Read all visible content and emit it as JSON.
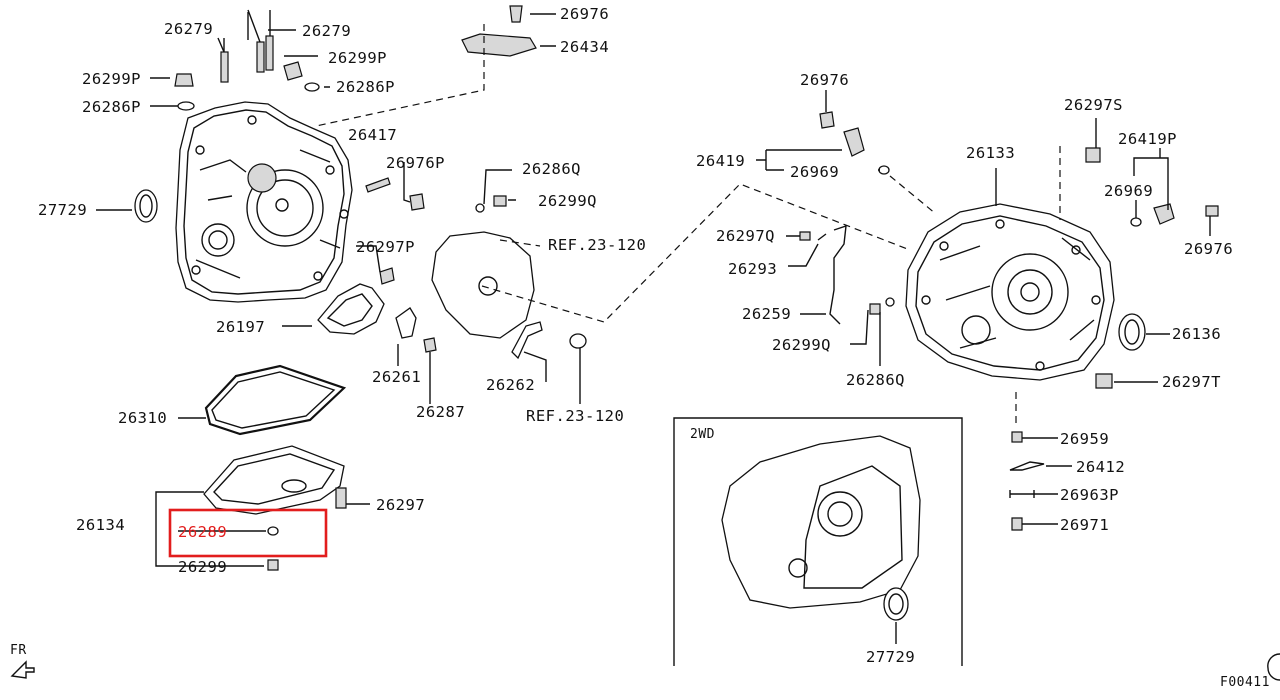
{
  "labels": {
    "p26279_a": "26279",
    "p26279_b": "26279",
    "p26299P_a": "26299P",
    "p26299P_b": "26299P",
    "p26286P_a": "26286P",
    "p26286P_b": "26286P",
    "p27729_a": "27729",
    "p27729_b": "27729",
    "p26417": "26417",
    "p26976P": "26976P",
    "p26286Q_a": "26286Q",
    "p26286Q_b": "26286Q",
    "p26299Q_a": "26299Q",
    "p26299Q_b": "26299Q",
    "ref_a": "REF.23-120",
    "ref_b": "REF.23-120",
    "p26297P": "26297P",
    "p26197": "26197",
    "p26261": "26261",
    "p26287": "26287",
    "p26262": "26262",
    "p26310": "26310",
    "p26134": "26134",
    "p26297": "26297",
    "p26289": "26289",
    "p26299": "26299",
    "p26976_a": "26976",
    "p26976_b": "26976",
    "p26976_c": "26976",
    "p26434": "26434",
    "p26419": "26419",
    "p26969_a": "26969",
    "p26969_b": "26969",
    "p26133": "26133",
    "p26297S": "26297S",
    "p26419P": "26419P",
    "p26297Q": "26297Q",
    "p26293": "26293",
    "p26259": "26259",
    "p26136": "26136",
    "p26297T": "26297T",
    "p26959": "26959",
    "p26412": "26412",
    "p26963P": "26963P",
    "p26971": "26971",
    "inset_title": "2WD",
    "fr": "FR",
    "figure_code": "F00411"
  },
  "highlight": {
    "color": "#e21d1d",
    "part": "26289"
  }
}
